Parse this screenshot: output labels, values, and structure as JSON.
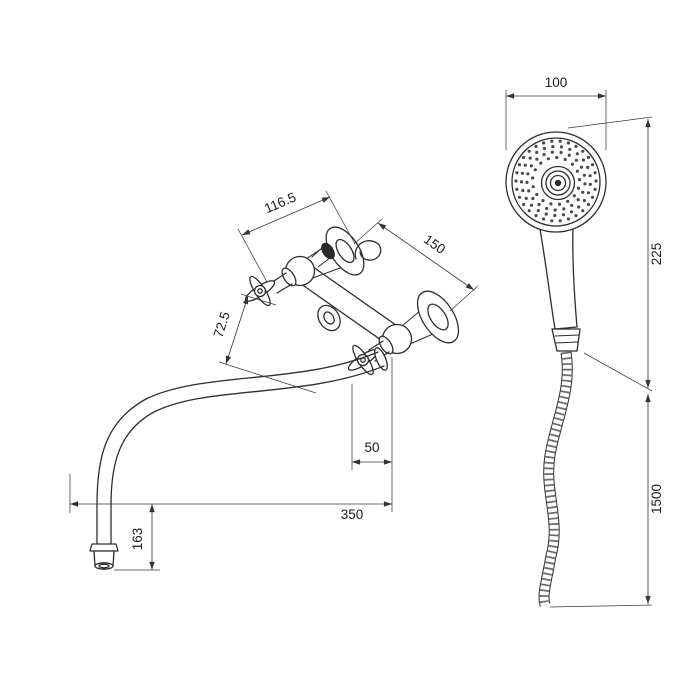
{
  "drawing": {
    "background": "#ffffff",
    "line_color": "#2e2e2e",
    "dimension_color": "#3a3a3a"
  },
  "dimensions": {
    "faucet": {
      "body_width": "116.5",
      "wall_centers": "150",
      "handle_offset": "72.5",
      "spout_offset": "50",
      "spout_reach": "350",
      "spout_drop": "163"
    },
    "shower": {
      "head_diameter": "100",
      "handset_length": "225",
      "hose_length": "1500"
    }
  }
}
